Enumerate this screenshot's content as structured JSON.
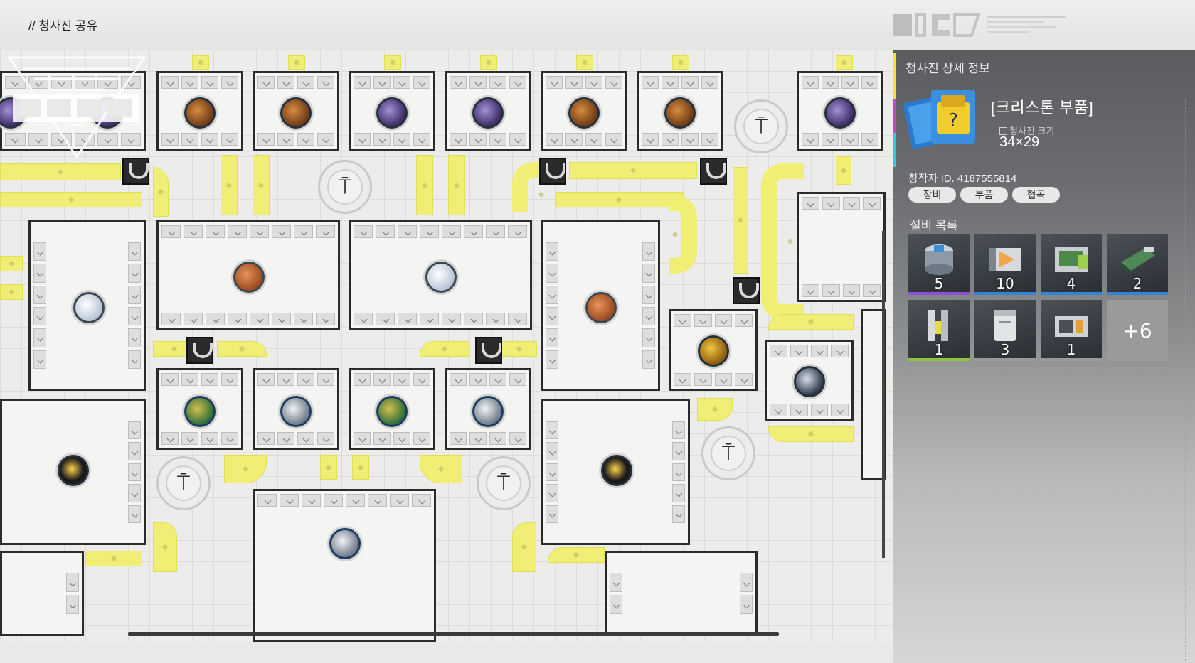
{
  "breadcrumb": "// 청사진 공유",
  "panel": {
    "header": "청사진 상세 정보",
    "title": "[크리스톤 부품]",
    "size_label": "청사진 크기",
    "size_value": "34×29",
    "creator": "창작자 ID. 4187555814",
    "tags": [
      "장비",
      "부품",
      "협곡"
    ],
    "equipment_title": "설비 목록",
    "equipment": [
      {
        "icon": "refinery-icon",
        "count": "5",
        "rarity_color": "#8d4fd8"
      },
      {
        "icon": "crusher-icon",
        "count": "10",
        "rarity_color": "#2f86d6"
      },
      {
        "icon": "fabricator-icon",
        "count": "4",
        "rarity_color": "#2f86d6"
      },
      {
        "icon": "conveyor-module-icon",
        "count": "2",
        "rarity_color": "#2f86d6"
      },
      {
        "icon": "pylon-tower-icon",
        "count": "1",
        "rarity_color": "#8cc63f"
      },
      {
        "icon": "storage-box-icon",
        "count": "3",
        "rarity_color": "#9a9a9a"
      },
      {
        "icon": "assembler-icon",
        "count": "1",
        "rarity_color": "#9a9a9a"
      }
    ],
    "more_count": "+6"
  },
  "colors": {
    "belt": "#f1ee76",
    "machine_border": "#2b2b2b",
    "panel_text": "#ffffff"
  }
}
